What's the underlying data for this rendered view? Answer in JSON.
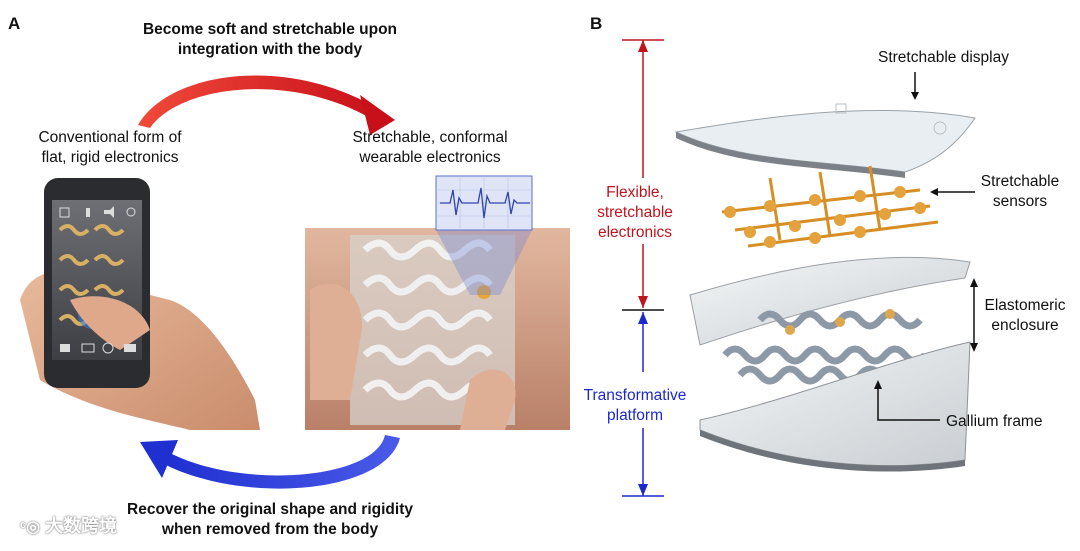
{
  "panel_a": {
    "letter": "A",
    "top_caption_line1": "Become soft and stretchable upon",
    "top_caption_line2": "integration with the body",
    "left_caption_line1": "Conventional form of",
    "left_caption_line2": "flat, rigid electronics",
    "right_caption_line1": "Stretchable, conformal",
    "right_caption_line2": "wearable electronics",
    "bottom_caption_line1": "Recover the original shape and rigidity",
    "bottom_caption_line2": "when removed from the body",
    "arrow_top_color": "#d81e1e",
    "arrow_bottom_color": "#1f2fd0"
  },
  "panel_b": {
    "letter": "B",
    "bracket_top_line1": "Flexible,",
    "bracket_top_line2": "stretchable",
    "bracket_top_line3": "electronics",
    "bracket_bottom_line1": "Transformative",
    "bracket_bottom_line2": "platform",
    "label_display": "Stretchable display",
    "label_sensors_line1": "Stretchable",
    "label_sensors_line2": "sensors",
    "label_enclosure_line1": "Elastomeric",
    "label_enclosure_line2": "enclosure",
    "label_gallium": "Gallium frame",
    "red_color": "#c0141c",
    "blue_color": "#1c28c8"
  },
  "watermark": "大数跨境"
}
